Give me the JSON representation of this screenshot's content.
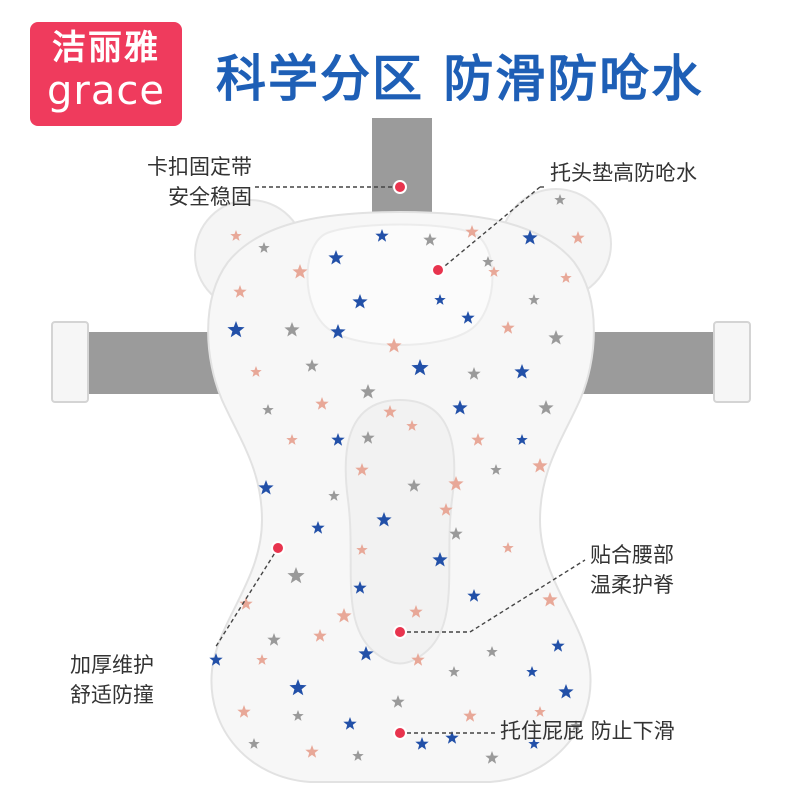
{
  "brand": {
    "name_cn": "洁丽雅",
    "name_en": "grace",
    "color": "#ef3b5d"
  },
  "title": "科学分区  防滑防呛水",
  "title_color": "#1e5fb6",
  "callouts": {
    "buckle": {
      "line1": "卡扣固定带",
      "line2": "安全稳固"
    },
    "headrest": {
      "line1": "托头垫高防呛水"
    },
    "waist": {
      "line1": "贴合腰部",
      "line2": "温柔护脊"
    },
    "sides": {
      "line1": "加厚维护",
      "line2": "舒适防撞"
    },
    "bottom": {
      "line1": "托住屁屁  防止下滑"
    }
  },
  "colors": {
    "dot": "#e8344e",
    "strap": "#9b9b9b",
    "star_blue": "#2250a8",
    "star_pink": "#e8a898",
    "star_gray": "#9a9a9a"
  }
}
